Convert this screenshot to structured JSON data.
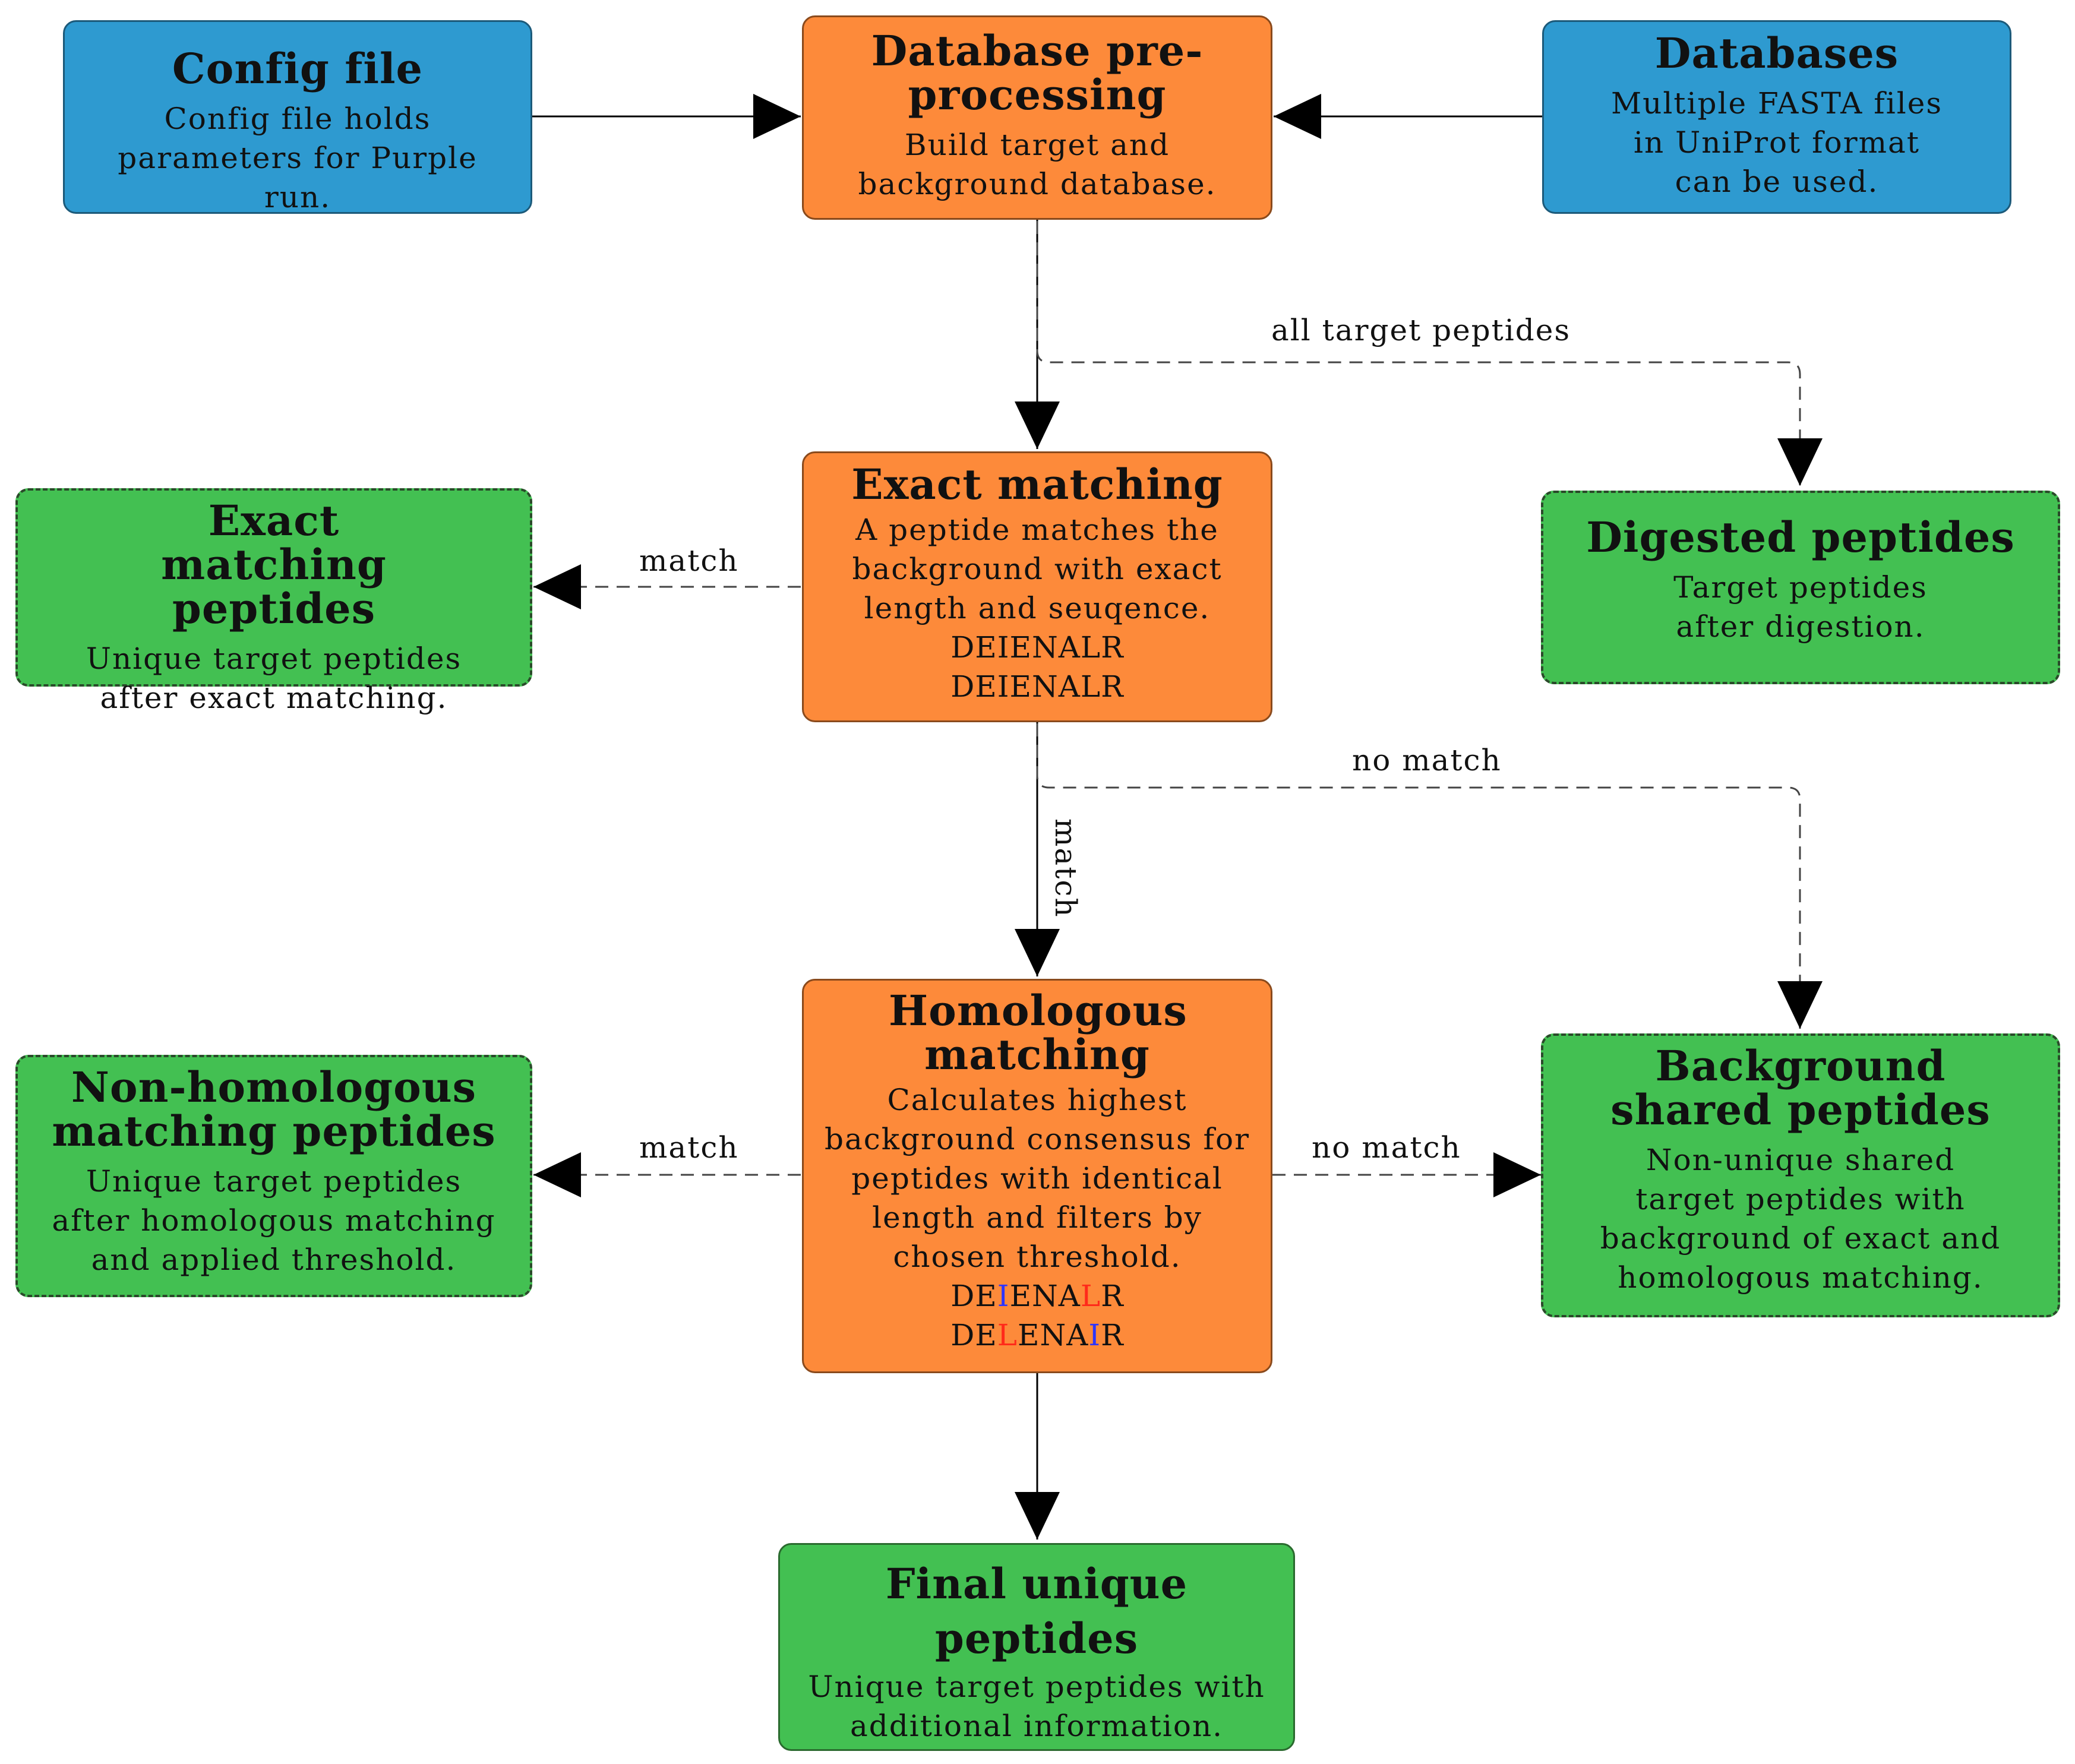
{
  "nodes": {
    "config": {
      "title": "Config file",
      "desc": "Config file holds parameters for Purple run."
    },
    "db_pre": {
      "title": "Database pre-processing",
      "desc": "Build target and background database."
    },
    "databases": {
      "title": "Databases",
      "desc": "Multiple FASTA files in UniProt format can be used."
    },
    "exact_matching": {
      "title": "Exact matching",
      "desc": "A peptide matches the background with exact length and seuqence.",
      "seq1": "DEIENALR",
      "seq2": "DEIENALR"
    },
    "exact_peptides": {
      "title": "Exact matching peptides",
      "desc": "Unique target peptides after exact matching."
    },
    "digested": {
      "title": "Digested peptides",
      "desc": "Target peptides after digestion."
    },
    "homologous": {
      "title": "Homologous matching",
      "desc": "Calculates highest background consensus for peptides with identical length and filters by chosen threshold.",
      "seq1": "DEIENALR",
      "seq2": "DELENAIR"
    },
    "non_homologous": {
      "title": "Non-homologous matching peptides",
      "desc": "Unique target peptides after homologous matching and applied threshold."
    },
    "background_shared": {
      "title": "Background shared peptides",
      "desc": "Non-unique shared target peptides with background of exact and homologous matching."
    },
    "final": {
      "title": "Final unique peptides",
      "desc": "Unique target peptides with additional information."
    }
  },
  "edge_labels": {
    "all_target": "all target peptides",
    "exact_match_left": "match",
    "exact_no_match": "no match",
    "exact_match_down": "match",
    "homologous_match_left": "match",
    "homologous_no_match": "no match"
  },
  "colors": {
    "input": "#2e9ad0",
    "process": "#fd8a3a",
    "output": "#43c052",
    "highlight_blue": "#2d35ff",
    "highlight_red": "#ff2a1a"
  }
}
